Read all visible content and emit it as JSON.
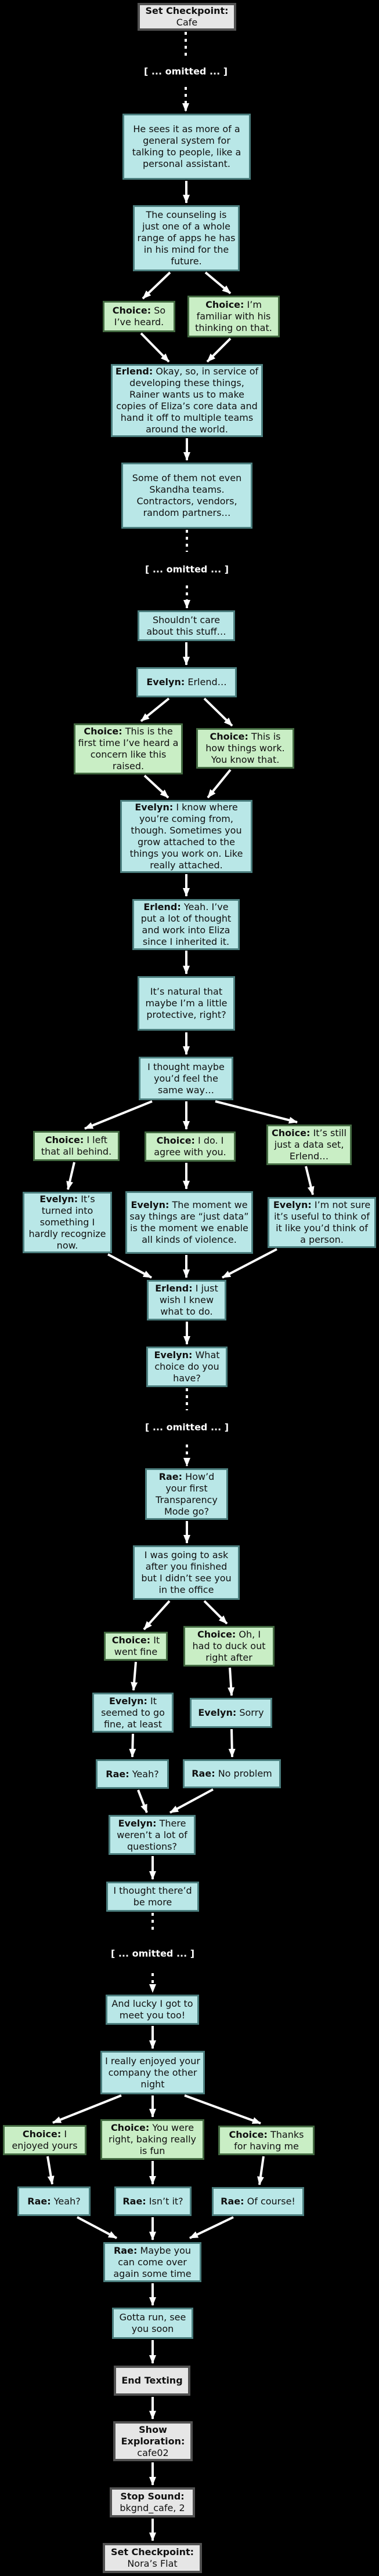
{
  "diagram": {
    "background": "#000000",
    "arrow_color": "#ffffff",
    "colors": {
      "dialogue_fill": "#b9e7e7",
      "dialogue_border": "#4b7e7e",
      "choice_fill": "#c9eec5",
      "choice_border": "#436a41",
      "action_fill": "#e6e6e6",
      "action_border": "#515151"
    },
    "nodes": [
      {
        "kind": "action",
        "title": "Set Checkpoint:",
        "subtitle": "Cafe"
      },
      {
        "kind": "omitted",
        "text": "[ ... omitted ... ]"
      },
      {
        "kind": "dialogue",
        "speaker": "",
        "text": "He sees it as more of a general system for talking to people, like a personal assistant."
      },
      {
        "kind": "dialogue",
        "speaker": "",
        "text": "The counseling is just one of a whole range of apps he has in his mind for the future."
      },
      {
        "kind": "choice",
        "speaker": "Choice:",
        "text": "So I’ve heard."
      },
      {
        "kind": "choice",
        "speaker": "Choice:",
        "text": "I’m familiar with his thinking on that."
      },
      {
        "kind": "dialogue",
        "speaker": "Erlend:",
        "text": "Okay, so, in service of developing these things, Rainer wants us to make copies of Eliza’s core data and hand it off to multiple teams around the world."
      },
      {
        "kind": "dialogue",
        "speaker": "",
        "text": "Some of them not even Skandha teams. Contractors, vendors, random partners…"
      },
      {
        "kind": "omitted",
        "text": "[ ... omitted ... ]"
      },
      {
        "kind": "dialogue",
        "speaker": "",
        "text": "Shouldn’t care about this stuff…"
      },
      {
        "kind": "dialogue",
        "speaker": "Evelyn:",
        "text": "Erlend…"
      },
      {
        "kind": "choice",
        "speaker": "Choice:",
        "text": "This is the first time I’ve heard a concern like this raised."
      },
      {
        "kind": "choice",
        "speaker": "Choice:",
        "text": "This is how things work. You know that."
      },
      {
        "kind": "dialogue",
        "speaker": "Evelyn:",
        "text": "I know where you’re coming from, though. Sometimes you grow attached to the things you work on. Like really attached."
      },
      {
        "kind": "dialogue",
        "speaker": "Erlend:",
        "text": "Yeah. I’ve put a lot of thought and work into Eliza since I inherited it."
      },
      {
        "kind": "dialogue",
        "speaker": "",
        "text": "It’s natural that maybe I’m a little protective, right?"
      },
      {
        "kind": "dialogue",
        "speaker": "",
        "text": "I thought maybe you’d feel the same way…"
      },
      {
        "kind": "choice",
        "speaker": "Choice:",
        "text": "I left that all behind."
      },
      {
        "kind": "choice",
        "speaker": "Choice:",
        "text": "I do. I agree with you."
      },
      {
        "kind": "choice",
        "speaker": "Choice:",
        "text": "It’s still just a data set, Erlend…"
      },
      {
        "kind": "dialogue",
        "speaker": "Evelyn:",
        "text": "It’s turned into something I hardly recognize now."
      },
      {
        "kind": "dialogue",
        "speaker": "Evelyn:",
        "text": "The moment we say things are “just data” is the moment we enable all kinds of violence."
      },
      {
        "kind": "dialogue",
        "speaker": "Evelyn:",
        "text": "I’m not sure it’s useful to think of it like you’d think of a person."
      },
      {
        "kind": "dialogue",
        "speaker": "Erlend:",
        "text": "I just wish I knew what to do."
      },
      {
        "kind": "dialogue",
        "speaker": "Evelyn:",
        "text": "What choice do you have?"
      },
      {
        "kind": "omitted",
        "text": "[ ... omitted ... ]"
      },
      {
        "kind": "dialogue",
        "speaker": "Rae:",
        "text": "How’d your first Transparency Mode go?"
      },
      {
        "kind": "dialogue",
        "speaker": "",
        "text": "I was going to ask after you finished but I didn’t see you in the office"
      },
      {
        "kind": "choice",
        "speaker": "Choice:",
        "text": "It went fine"
      },
      {
        "kind": "choice",
        "speaker": "Choice:",
        "text": "Oh, I had to duck out right after"
      },
      {
        "kind": "dialogue",
        "speaker": "Evelyn:",
        "text": "It seemed to go fine, at least"
      },
      {
        "kind": "dialogue",
        "speaker": "Evelyn:",
        "text": "Sorry"
      },
      {
        "kind": "dialogue",
        "speaker": "Rae:",
        "text": "Yeah?"
      },
      {
        "kind": "dialogue",
        "speaker": "Rae:",
        "text": "No problem"
      },
      {
        "kind": "dialogue",
        "speaker": "Evelyn:",
        "text": "There weren’t a lot of questions?"
      },
      {
        "kind": "dialogue",
        "speaker": "",
        "text": "I thought there’d be more"
      },
      {
        "kind": "omitted",
        "text": "[ ... omitted ... ]"
      },
      {
        "kind": "dialogue",
        "speaker": "",
        "text": "And lucky I got to meet you too!"
      },
      {
        "kind": "dialogue",
        "speaker": "",
        "text": "I really enjoyed your company the other night"
      },
      {
        "kind": "choice",
        "speaker": "Choice:",
        "text": "I enjoyed yours"
      },
      {
        "kind": "choice",
        "speaker": "Choice:",
        "text": "You were right, baking really is fun"
      },
      {
        "kind": "choice",
        "speaker": "Choice:",
        "text": "Thanks for having me"
      },
      {
        "kind": "dialogue",
        "speaker": "Rae:",
        "text": "Yeah?"
      },
      {
        "kind": "dialogue",
        "speaker": "Rae:",
        "text": "Isn’t it?"
      },
      {
        "kind": "dialogue",
        "speaker": "Rae:",
        "text": "Of course!"
      },
      {
        "kind": "dialogue",
        "speaker": "Rae:",
        "text": "Maybe you can come over again some time"
      },
      {
        "kind": "dialogue",
        "speaker": "",
        "text": "Gotta run, see you soon"
      },
      {
        "kind": "action",
        "title": "End Texting",
        "subtitle": ""
      },
      {
        "kind": "action",
        "title": "Show Exploration:",
        "subtitle": "cafe02"
      },
      {
        "kind": "action",
        "title": "Stop Sound:",
        "subtitle": "bkgnd_cafe, 2"
      },
      {
        "kind": "action",
        "title": "Set Checkpoint:",
        "subtitle": "Nora’s Flat"
      }
    ]
  }
}
